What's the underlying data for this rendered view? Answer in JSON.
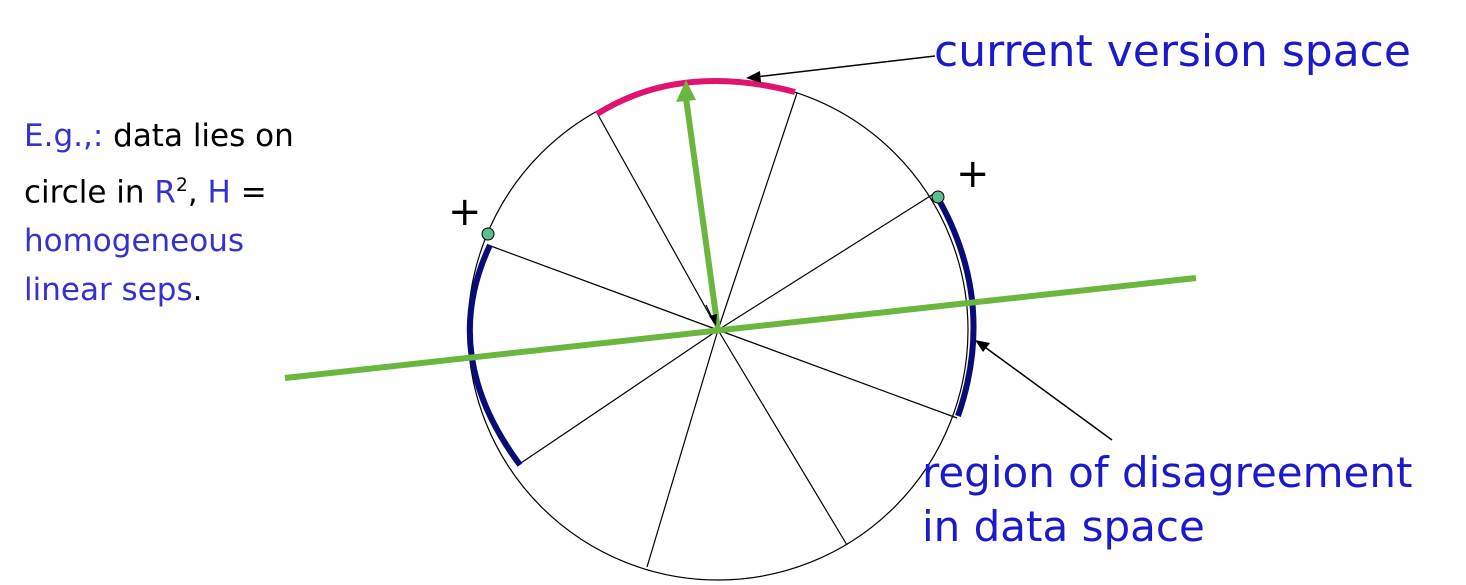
{
  "description": {
    "line1_prefix": "E.g.,:",
    "line1_rest": " data lies on",
    "line2_prefix": "circle in ",
    "line2_R": "R",
    "line2_sup": "2",
    "line2_comma": ", ",
    "line2_H": "H",
    "line2_eq": " =",
    "line3": "homogeneous",
    "line4_blue": "linear seps",
    "line4_end": "."
  },
  "labels": {
    "current_version_space": "current version space",
    "region_line1": "region of disagreement",
    "region_line2": "in data space",
    "plus_left": "+",
    "plus_right": "+"
  },
  "colors": {
    "version_space_arc": "#e0146e",
    "disagreement_arc": "#0a0a78",
    "separator": "#6ab63e",
    "text_blue": "#3333cc",
    "point_fill": "#5cc08c"
  }
}
